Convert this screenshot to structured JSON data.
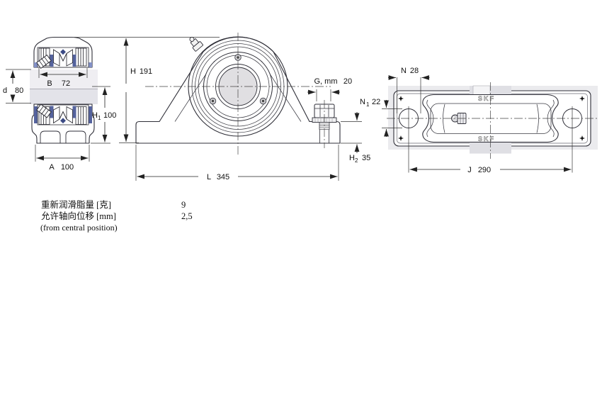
{
  "drawing_title": "pillow block bearing unit - three view dimensional drawing",
  "colors": {
    "bearing_blue": "#b7c3e8",
    "bearing_blue_dark": "#55639e",
    "bearing_blue_mid": "#8391c7",
    "shaft_gray": "#e3e3e9",
    "shaft_gray_light": "#efeef2",
    "bore_gray": "#e0dfe2",
    "backdrop_gray": "#ebebee",
    "line": "#2f2f38"
  },
  "left_view": {
    "name": "shaft section view",
    "dims": {
      "B": {
        "sym": "B",
        "value": "72"
      },
      "d": {
        "sym": "d",
        "value": "80"
      },
      "H1": {
        "sym": "H",
        "sub": "1",
        "value": "100"
      },
      "A": {
        "sym": "A",
        "value": "100"
      }
    }
  },
  "front_view": {
    "name": "front view",
    "dims": {
      "H": {
        "sym": "H",
        "value": "191"
      },
      "G": {
        "sym": "G, mm",
        "value": "20"
      },
      "L": {
        "sym": "L",
        "value": "345"
      },
      "H2": {
        "sym": "H",
        "sub": "2",
        "value": "35"
      }
    }
  },
  "top_view": {
    "name": "top view",
    "brand_top": "SKF",
    "brand_bottom": "SKF",
    "dims": {
      "N": {
        "sym": "N",
        "value": "28"
      },
      "N1": {
        "sym": "N",
        "sub": "1",
        "value": "22"
      },
      "J": {
        "sym": "J",
        "value": "290"
      }
    }
  },
  "notes": {
    "rows": [
      {
        "label": "重新润滑脂量 [克]",
        "value": "9"
      },
      {
        "label": "允许轴向位移 [mm]",
        "value": "2,5"
      }
    ],
    "footnote": "(from central position)"
  }
}
